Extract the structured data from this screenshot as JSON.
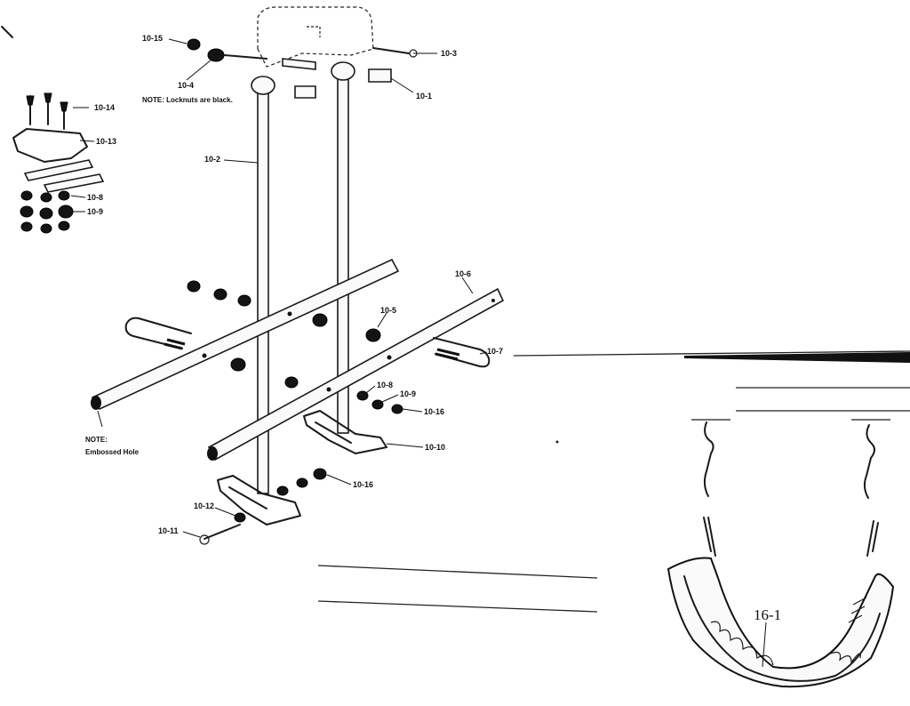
{
  "diagram": {
    "part_labels": {
      "p10_1": "10-1",
      "p10_2": "10-2",
      "p10_3": "10-3",
      "p10_4": "10-4",
      "p10_5": "10-5",
      "p10_6": "10-6",
      "p10_7": "10-7",
      "p10_8_top": "10-8",
      "p10_8_mid": "10-8",
      "p10_9_top": "10-9",
      "p10_9_mid": "10-9",
      "p10_10": "10-10",
      "p10_11": "10-11",
      "p10_12": "10-12",
      "p10_13": "10-13",
      "p10_14": "10-14",
      "p10_15": "10-15",
      "p10_16_a": "10-16",
      "p10_16_b": "10-16",
      "p16_1": "16-1"
    },
    "notes": {
      "locknuts": "NOTE: Locknuts are black.",
      "embossed_line1": "NOTE:",
      "embossed_line2": "Embossed Hole"
    }
  }
}
